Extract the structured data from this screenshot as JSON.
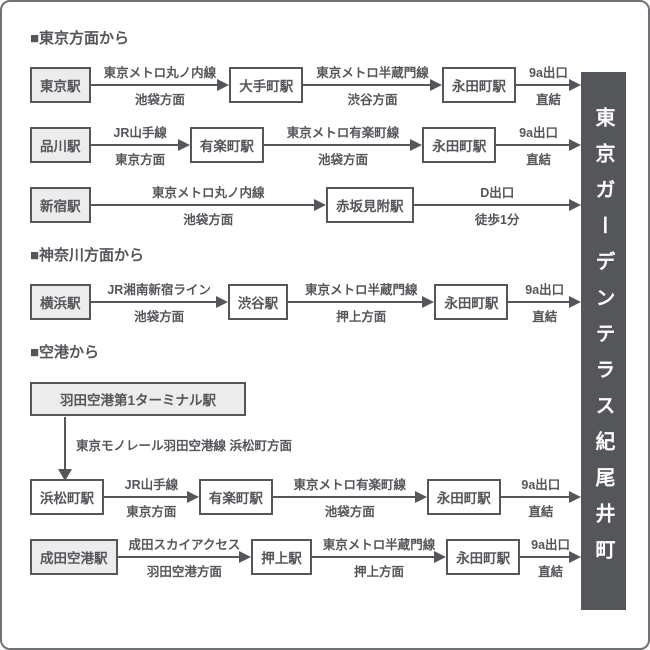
{
  "destination": "東京ガーデンテラス紀尾井町",
  "colors": {
    "ink": "#54565a",
    "origin_box_fill": "#ececec",
    "destination_bar": "#54565a",
    "frame_border": "#6f7175"
  },
  "sections": [
    {
      "header": "■東京方面から",
      "rows": [
        {
          "type": "route",
          "cells": [
            {
              "kind": "station",
              "label": "東京駅",
              "variant": "origin"
            },
            {
              "kind": "segment",
              "line": "東京メトロ丸ノ内線",
              "direction": "池袋方面"
            },
            {
              "kind": "station",
              "label": "大手町駅",
              "variant": "transfer"
            },
            {
              "kind": "segment",
              "line": "東京メトロ半蔵門線",
              "direction": "渋谷方面"
            },
            {
              "kind": "station",
              "label": "永田町駅",
              "variant": "transfer"
            },
            {
              "kind": "segment",
              "line": "9a出口",
              "direction": "直結"
            }
          ]
        },
        {
          "type": "route",
          "cells": [
            {
              "kind": "station",
              "label": "品川駅",
              "variant": "origin"
            },
            {
              "kind": "segment",
              "line": "JR山手線",
              "direction": "東京方面"
            },
            {
              "kind": "station",
              "label": "有楽町駅",
              "variant": "transfer"
            },
            {
              "kind": "segment",
              "line": "東京メトロ有楽町線",
              "direction": "池袋方面"
            },
            {
              "kind": "station",
              "label": "永田町駅",
              "variant": "transfer"
            },
            {
              "kind": "segment",
              "line": "9a出口",
              "direction": "直結"
            }
          ]
        },
        {
          "type": "route",
          "cells": [
            {
              "kind": "station",
              "label": "新宿駅",
              "variant": "origin"
            },
            {
              "kind": "segment",
              "line": "東京メトロ丸ノ内線",
              "direction": "池袋方面"
            },
            {
              "kind": "station",
              "label": "赤坂見附駅",
              "variant": "transfer"
            },
            {
              "kind": "segment",
              "line": "D出口",
              "direction": "徒歩1分"
            }
          ]
        }
      ]
    },
    {
      "header": "■神奈川方面から",
      "rows": [
        {
          "type": "route",
          "cells": [
            {
              "kind": "station",
              "label": "横浜駅",
              "variant": "origin"
            },
            {
              "kind": "segment",
              "line": "JR湘南新宿ライン",
              "direction": "池袋方面"
            },
            {
              "kind": "station",
              "label": "渋谷駅",
              "variant": "transfer"
            },
            {
              "kind": "segment",
              "line": "東京メトロ半蔵門線",
              "direction": "押上方面"
            },
            {
              "kind": "station",
              "label": "永田町駅",
              "variant": "transfer"
            },
            {
              "kind": "segment",
              "line": "9a出口",
              "direction": "直結"
            }
          ]
        }
      ]
    },
    {
      "header": "■空港から",
      "rows": [
        {
          "type": "wide-station",
          "label": "羽田空港第1ターミナル駅",
          "variant": "origin"
        },
        {
          "type": "vertical",
          "label": "東京モノレール羽田空港線 浜松町方面"
        },
        {
          "type": "route",
          "cells": [
            {
              "kind": "station",
              "label": "浜松町駅",
              "variant": "transfer"
            },
            {
              "kind": "segment",
              "line": "JR山手線",
              "direction": "東京方面"
            },
            {
              "kind": "station",
              "label": "有楽町駅",
              "variant": "transfer"
            },
            {
              "kind": "segment",
              "line": "東京メトロ有楽町線",
              "direction": "池袋方面"
            },
            {
              "kind": "station",
              "label": "永田町駅",
              "variant": "transfer"
            },
            {
              "kind": "segment",
              "line": "9a出口",
              "direction": "直結"
            }
          ]
        },
        {
          "type": "route",
          "cells": [
            {
              "kind": "station",
              "label": "成田空港駅",
              "variant": "origin"
            },
            {
              "kind": "segment",
              "line": "成田スカイアクセス",
              "direction": "羽田空港方面"
            },
            {
              "kind": "station",
              "label": "押上駅",
              "variant": "transfer"
            },
            {
              "kind": "segment",
              "line": "東京メトロ半蔵門線",
              "direction": "押上方面"
            },
            {
              "kind": "station",
              "label": "永田町駅",
              "variant": "transfer"
            },
            {
              "kind": "segment",
              "line": "9a出口",
              "direction": "直結"
            }
          ]
        }
      ]
    }
  ]
}
